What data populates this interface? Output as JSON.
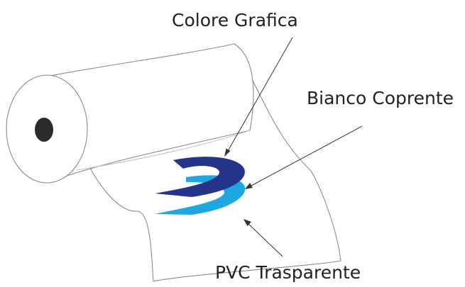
{
  "labels": {
    "graphic_color": "Colore Grafica",
    "opaque_white": "Bianco Coprente",
    "transparent_pvc": "PVC Trasparente"
  },
  "colors": {
    "graphic_navy": "#25348a",
    "graphic_cyan": "#1fa8e0",
    "outline": "#8a8a8a",
    "roll_core": "#2b2b2b",
    "text": "#222222"
  }
}
